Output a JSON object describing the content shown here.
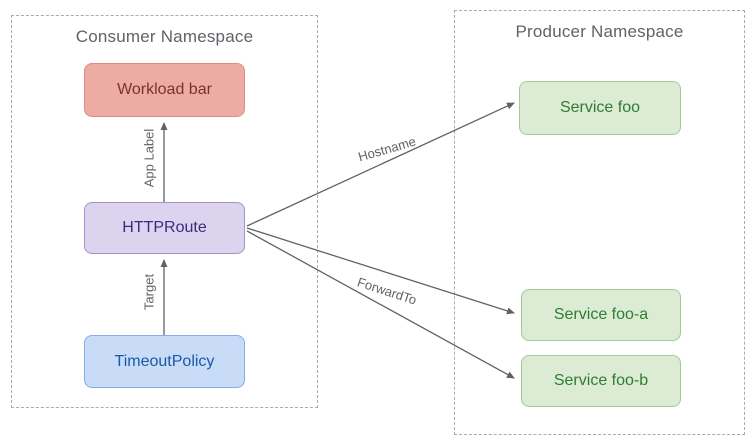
{
  "diagram": {
    "consumer_namespace": {
      "title": "Consumer Namespace"
    },
    "producer_namespace": {
      "title": "Producer Namespace"
    },
    "nodes": {
      "workload": {
        "label": "Workload bar"
      },
      "httproute": {
        "label": "HTTPRoute"
      },
      "timeoutpolicy": {
        "label": "TimeoutPolicy"
      },
      "service_foo": {
        "label": "Service foo"
      },
      "service_foo_a": {
        "label": "Service foo-a"
      },
      "service_foo_b": {
        "label": "Service foo-b"
      }
    },
    "edges": {
      "app_label": {
        "label": "App Label"
      },
      "target": {
        "label": "Target"
      },
      "hostname": {
        "label": "Hostname"
      },
      "forward_to": {
        "label": "ForwardTo"
      }
    }
  },
  "colors": {
    "ns-border": "#ABABAB",
    "title-text": "#5F6368",
    "label-text": "#5F6368",
    "line-color": "#5F6368",
    "red-fill": "#ECACA3",
    "red-border": "#E08C7F",
    "red-text": "#7A332A",
    "purple-fill": "#DCD3EE",
    "purple-border": "#A292D1",
    "purple-text": "#3A2D80",
    "blue-fill": "#C8DCF8",
    "blue-border": "#84ADE9",
    "blue-text": "#1B57A8",
    "green-fill": "#DCEBD4",
    "green-border": "#A3C996",
    "green-text": "#2E7D32"
  }
}
